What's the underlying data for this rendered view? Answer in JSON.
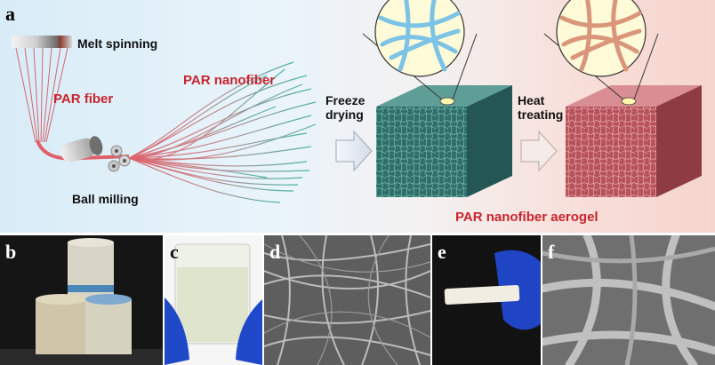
{
  "panels": {
    "a": "a",
    "b": "b",
    "c": "c",
    "d": "d",
    "e": "e",
    "f": "f"
  },
  "labels": {
    "melt_spinning": "Melt spinning",
    "par_fiber": "PAR fiber",
    "par_nanofiber": "PAR nanofiber",
    "ball_milling": "Ball milling",
    "freeze_drying_1": "Freeze",
    "freeze_drying_2": "drying",
    "heat_treating_1": "Heat",
    "heat_treating_2": "treating",
    "aerogel": "PAR nanofiber aerogel"
  },
  "colors": {
    "accent_red": "#c8242d",
    "fiber_teal": "#3aa99a",
    "fiber_pink": "#d9828a",
    "cube_teal": "#2e6f6a",
    "cube_red": "#b9545c"
  }
}
